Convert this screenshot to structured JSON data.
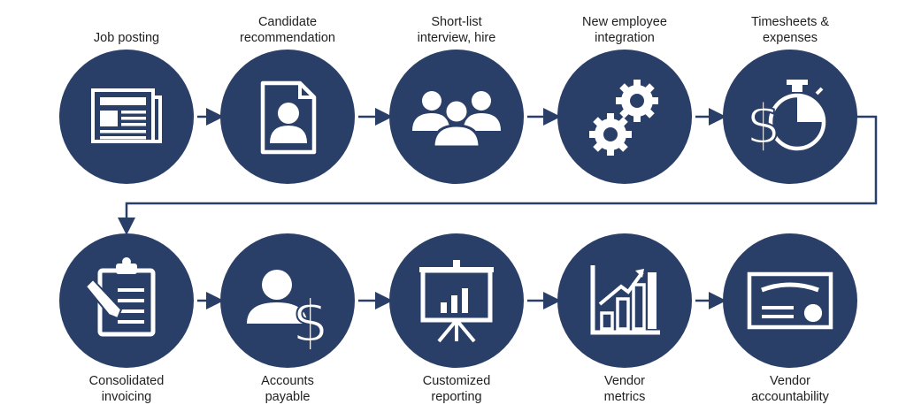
{
  "diagram": {
    "colors": {
      "circle": "#2a3f68",
      "icon": "#ffffff",
      "connector": "#2a3f68",
      "text": "#1f1f1f"
    },
    "rows": [
      {
        "steps": [
          {
            "label": "Job posting",
            "icon": "newspaper-icon"
          },
          {
            "label": "Candidate\nrecommendation",
            "icon": "resume-document-icon"
          },
          {
            "label": "Short-list\ninterview, hire",
            "icon": "people-group-icon"
          },
          {
            "label": "New employee\nintegration",
            "icon": "gears-icon"
          },
          {
            "label": "Timesheets &\nexpenses",
            "icon": "stopwatch-dollar-icon"
          }
        ]
      },
      {
        "steps": [
          {
            "label": "Consolidated\ninvoicing",
            "icon": "clipboard-pencil-icon"
          },
          {
            "label": "Accounts\npayable",
            "icon": "person-dollar-icon"
          },
          {
            "label": "Customized\nreporting",
            "icon": "presentation-board-icon"
          },
          {
            "label": "Vendor\nmetrics",
            "icon": "growth-chart-icon"
          },
          {
            "label": "Vendor\naccountability",
            "icon": "certificate-icon"
          }
        ]
      }
    ]
  }
}
